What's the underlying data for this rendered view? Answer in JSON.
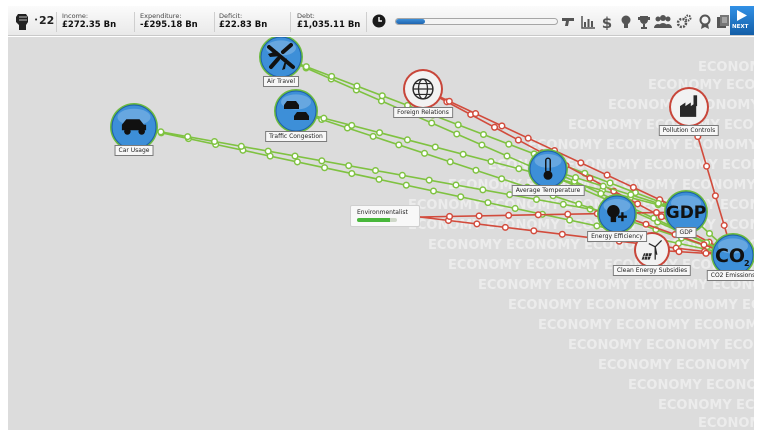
{
  "topbar": {
    "political_capital": "22",
    "stats": [
      {
        "label": "Income:",
        "value": "£272.35 Bn"
      },
      {
        "label": "Expenditure:",
        "value": "-£295.18 Bn"
      },
      {
        "label": "Deficit:",
        "value": "£22.83 Bn"
      },
      {
        "label": "Debt:",
        "value": "£1,035.11 Bn"
      }
    ],
    "turn_progress": 0.18,
    "tool_icons": [
      "gun-icon",
      "bar-chart-icon",
      "dollar-icon",
      "lightbulb-icon",
      "trophy-icon",
      "people-icon",
      "gears-icon",
      "ribbon-icon",
      "documents-icon"
    ],
    "next_label": "NEXT"
  },
  "map": {
    "watermark_text": "ECONOMY",
    "nodes": [
      {
        "id": "car-usage",
        "label": "Car Usage",
        "icon": "car-icon",
        "kind": "blue"
      },
      {
        "id": "air-travel",
        "label": "Air Travel",
        "icon": "plane-icon",
        "kind": "blue"
      },
      {
        "id": "traffic-congestion",
        "label": "Traffic Congestion",
        "icon": "cars-icon",
        "kind": "blue"
      },
      {
        "id": "foreign-relations",
        "label": "Foreign Relations",
        "icon": "globe-icon",
        "kind": "grey"
      },
      {
        "id": "pollution-controls",
        "label": "Pollution Controls",
        "icon": "factory-icon",
        "kind": "grey"
      },
      {
        "id": "average-temperature",
        "label": "Average Temperature",
        "icon": "thermometer-icon",
        "kind": "blue"
      },
      {
        "id": "energy-efficiency",
        "label": "Energy Efficiency",
        "icon": "bulb-plus-icon",
        "kind": "blue"
      },
      {
        "id": "gdp",
        "label": "GDP",
        "icon": "gdp-icon",
        "icon_text": "GDP",
        "kind": "blue"
      },
      {
        "id": "clean-energy-subsidies",
        "label": "Clean Energy Subsidies",
        "icon": "wind-solar-icon",
        "kind": "grey"
      },
      {
        "id": "co2-emissions",
        "label": "CO2 Emissions",
        "icon": "co2-icon",
        "icon_text": "CO",
        "icon_sub": "2",
        "kind": "blue"
      }
    ],
    "links": [
      {
        "from": "car-usage",
        "to": "co2-emissions",
        "color": "green"
      },
      {
        "from": "car-usage",
        "to": "energy-efficiency",
        "color": "green"
      },
      {
        "from": "air-travel",
        "to": "co2-emissions",
        "color": "green"
      },
      {
        "from": "air-travel",
        "to": "gdp",
        "color": "green"
      },
      {
        "from": "traffic-congestion",
        "to": "co2-emissions",
        "color": "green"
      },
      {
        "from": "traffic-congestion",
        "to": "gdp",
        "color": "green"
      },
      {
        "from": "foreign-relations",
        "to": "co2-emissions",
        "color": "red"
      },
      {
        "from": "foreign-relations",
        "to": "gdp",
        "color": "red"
      },
      {
        "from": "pollution-controls",
        "to": "co2-emissions",
        "color": "red"
      },
      {
        "from": "average-temperature",
        "to": "co2-emissions",
        "color": "green"
      },
      {
        "from": "average-temperature",
        "to": "gdp",
        "color": "green"
      },
      {
        "from": "environmentalist",
        "to": "co2-emissions",
        "color": "red"
      },
      {
        "from": "environmentalist",
        "to": "gdp",
        "color": "red"
      },
      {
        "from": "energy-efficiency",
        "to": "co2-emissions",
        "color": "red"
      },
      {
        "from": "clean-energy-subsidies",
        "to": "co2-emissions",
        "color": "red"
      },
      {
        "from": "gdp",
        "to": "co2-emissions",
        "color": "green"
      }
    ],
    "voter_group": {
      "label": "Environmentalist",
      "level": 0.82
    }
  },
  "colors": {
    "green_link": "#7fc241",
    "red_link": "#d24b3c",
    "blue_node": "#3d8fd8",
    "node_ring": "#6bbb3e",
    "grey_node": "#f2f2f2",
    "grey_ring": "#c8463a",
    "map_bg": "#dcdcdc",
    "accent": "#1f6fc2"
  }
}
